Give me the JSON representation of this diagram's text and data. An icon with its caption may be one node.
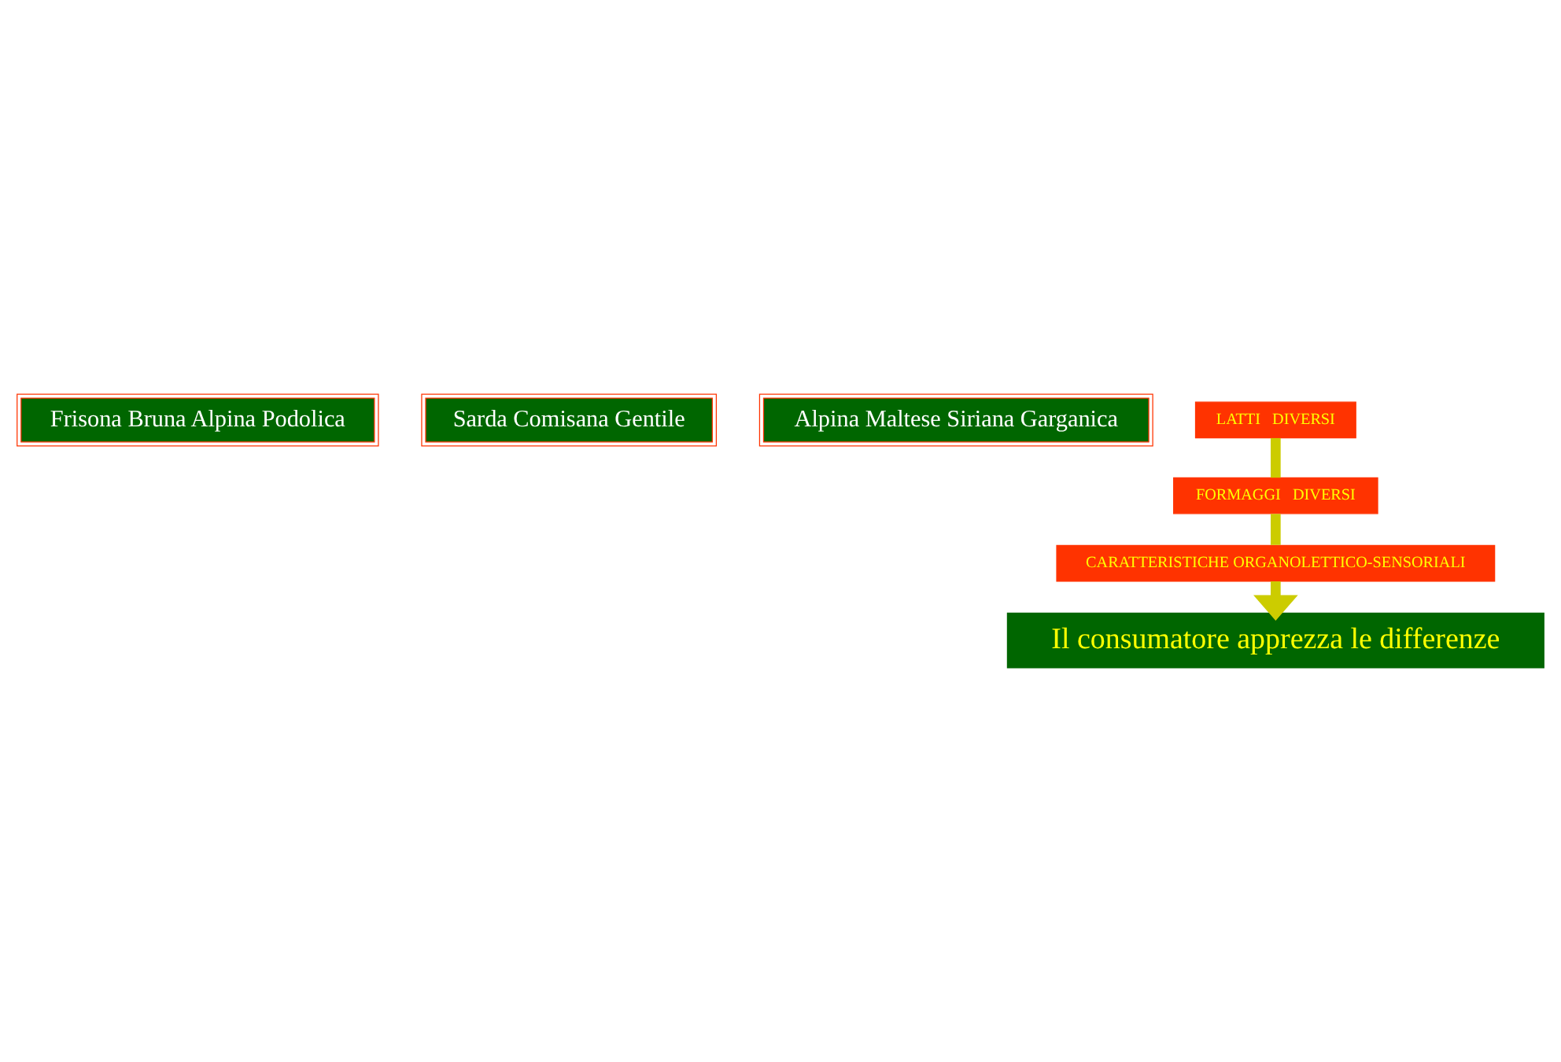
{
  "diagram": {
    "nodes": [
      {
        "text": [
          "Frisona Bruna Alpina Podolica"
        ]
      },
      {
        "text": [
          "Sarda Comisana Gentile"
        ]
      },
      {
        "text": [
          "Alpina Maltese Siriana Garganica"
        ]
      },
      {
        "text": [
          "LATTI   DIVERSI"
        ]
      },
      {
        "text": [
          "FORMAGGI   DIVERSI"
        ]
      },
      {
        "text": [
          "CARATTERISTICHE ORGANOLETTICO-SENSORIALI"
        ]
      },
      {
        "text": [
          "Il consumatore apprezza le differenze"
        ]
      }
    ],
    "edges": [
      {
        "from": 3,
        "to": 4,
        "arrow": "none"
      },
      {
        "from": 4,
        "to": 5,
        "arrow": "none"
      },
      {
        "from": 5,
        "to": 6,
        "arrow": "to"
      }
    ]
  }
}
